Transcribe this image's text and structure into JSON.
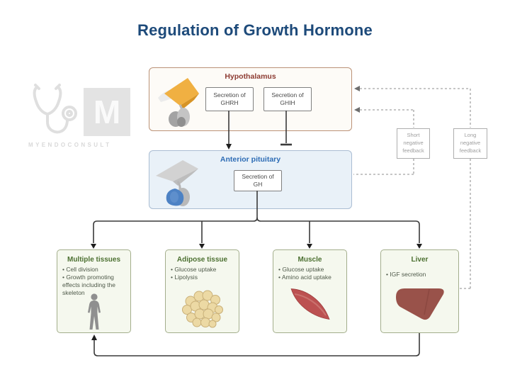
{
  "title": "Regulation of Growth Hormone",
  "watermark": {
    "brand": "MYENDOCONSULT",
    "logo_letter": "M",
    "icons": [
      "stethoscope-icon",
      "m-badge"
    ]
  },
  "hypothalamus": {
    "title": "Hypothalamus",
    "icon": "hypothalamus-icon",
    "ghrh_label": "Secretion of\nGHRH",
    "ghih_label": "Secretion of\nGHIH"
  },
  "pituitary": {
    "title": "Anterior pituitary",
    "icon": "anterior-pituitary-icon",
    "gh_label": "Secretion of\nGH"
  },
  "feedback": {
    "short_label": "Short\nnegative\nfeedback",
    "long_label": "Long\nnegative\nfeedback"
  },
  "tissues": [
    {
      "title": "Multiple tissues",
      "bullets": [
        "Cell division",
        "Growth promoting effects including the skeleton"
      ],
      "icon": "human-body-icon"
    },
    {
      "title": "Adipose tissue",
      "bullets": [
        "Glucose uptake",
        "Lipolysis"
      ],
      "icon": "fat-cells-icon"
    },
    {
      "title": "Muscle",
      "bullets": [
        "Glucose uptake",
        "Amino acid uptake"
      ],
      "icon": "muscle-fiber-icon"
    },
    {
      "title": "Liver",
      "bullets": [
        "IGF secretion"
      ],
      "icon": "liver-icon"
    }
  ],
  "connections": {
    "ghrh_to_pituitary": "stimulatory-arrow",
    "ghih_to_pituitary": "inhibitory-t-bar",
    "gh_to_tissues": "stimulatory-arrows",
    "liver_to_multiple_tissues": "igf-arrow",
    "short_negative_feedback": "pituitary-to-hypothalamus-dashed",
    "long_negative_feedback": "liver-to-hypothalamus-dashed"
  },
  "colors": {
    "title_text": "#1d4a7a",
    "hypothalamus_border": "#bb9277",
    "hypothalamus_title": "#8d3b32",
    "pituitary_bg": "#e9f1f8",
    "pituitary_border": "#aabdd3",
    "pituitary_title": "#2d6cb5",
    "tissue_bg": "#f5f8ee",
    "tissue_border": "#a3ae8c",
    "tissue_title": "#4c7031",
    "feedback_text": "#9e9e9e",
    "arrow": "#3a3a3a",
    "dashed_line": "#a3a3a3"
  }
}
